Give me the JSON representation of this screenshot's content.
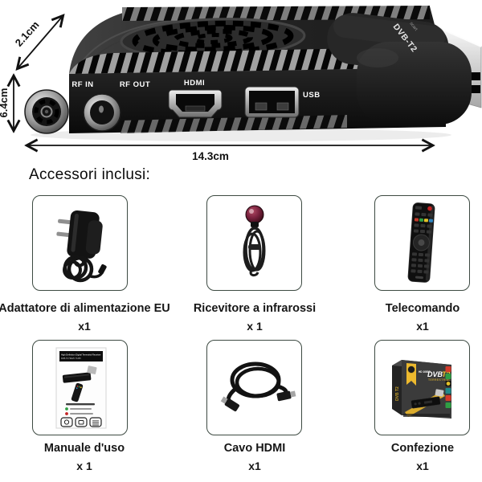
{
  "device": {
    "dimensions": {
      "height": "2.1cm",
      "depth": "6.4cm",
      "width": "14.3cm"
    },
    "ports": {
      "rf_in": "RF IN",
      "rf_out": "RF OUT",
      "hdmi": "HDMI",
      "usb": "USB"
    },
    "scart": {
      "brand": "DVB-T2",
      "label": "scart"
    }
  },
  "heading": "Accessori inclusi:",
  "accessories": [
    {
      "name": "Adattatore di alimentazione EU",
      "qty": "x1"
    },
    {
      "name": "Ricevitore a infrarossi",
      "qty": "x 1"
    },
    {
      "name": "Telecomando",
      "qty": "x1"
    },
    {
      "name": "Manuale d'uso",
      "qty": "x 1"
    },
    {
      "name": "Cavo HDMI",
      "qty": "x1"
    },
    {
      "name": "Confezione",
      "qty": "x1"
    }
  ],
  "manual_cover": {
    "title": "High Definition Digital Terrestrial Receiver",
    "subtitle": "DVB-T2 H/EVC H.265"
  },
  "package": {
    "brand_dvb": "DVB",
    "brand_t2": "T2",
    "brand_sub": "TERRESTRIAL",
    "hd": "HD 1080P",
    "brand_side": "DVB T2"
  },
  "colors": {
    "panel_border": "#3d4a42",
    "caption_text": "#161616",
    "ribbon_yellow": "#edb92e",
    "ir_ball": "#7c2340",
    "device_black": "#161616"
  }
}
